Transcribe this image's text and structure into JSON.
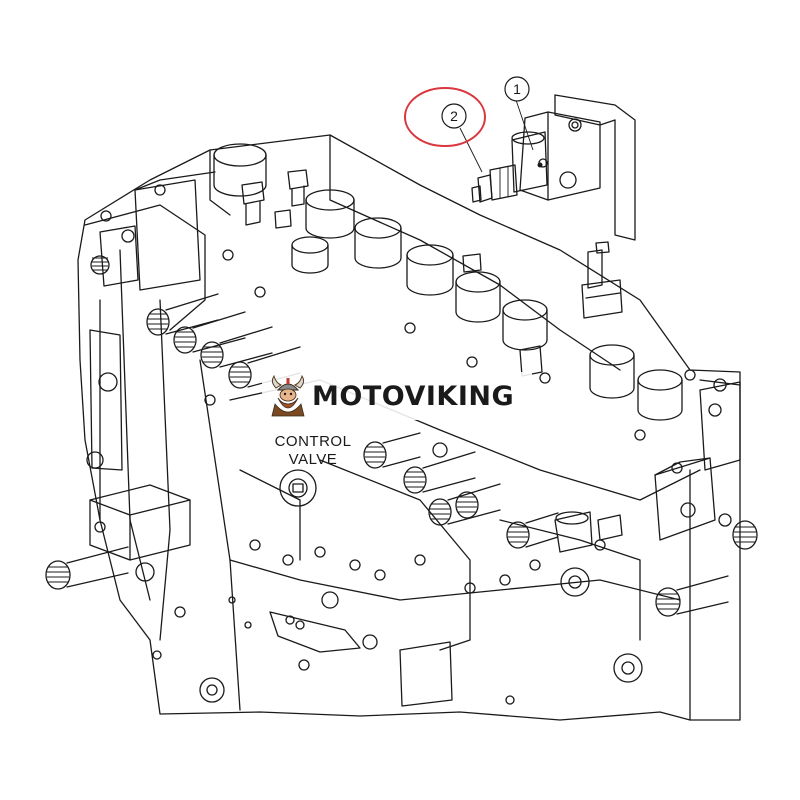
{
  "diagram": {
    "callouts": [
      "1",
      "2"
    ],
    "highlight_color": "#d9363e",
    "component_label_line1": "CONTROL",
    "component_label_line2": "VALVE"
  },
  "watermark": {
    "text": "MOTOVIKING",
    "icon": "viking-mascot-icon"
  }
}
